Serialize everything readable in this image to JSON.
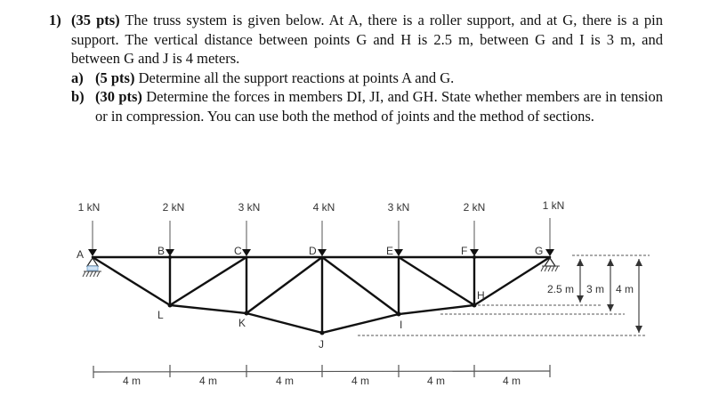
{
  "problem": {
    "number": "1)",
    "points": "(35 pts)",
    "statement": "The truss system is given below. At A, there is a roller support, and at G, there is a pin support. The vertical distance between points G and H is 2.5 m, between G and I is 3 m, and between G and J is 4 meters.",
    "parts": [
      {
        "label": "a)",
        "points": "(5 pts)",
        "text": "Determine all the support reactions at points A and G."
      },
      {
        "label": "b)",
        "points": "(30 pts)",
        "text": "Determine the forces in members DI, JI, and GH. State whether members are in tension or in compression. You can use both the method of joints and the method of sections."
      }
    ]
  },
  "diagram": {
    "loads": [
      "1 kN",
      "2 kN",
      "3 kN",
      "4 kN",
      "3 kN",
      "2 kN",
      "1 kN"
    ],
    "top_nodes": [
      "A",
      "B",
      "C",
      "D",
      "E",
      "F",
      "G"
    ],
    "bottom_nodes": [
      "L",
      "K",
      "J",
      "I",
      "H"
    ],
    "supports": {
      "A": "roller-support",
      "G": "pin-support"
    },
    "vertical_dimensions": [
      "2.5 m",
      "3 m",
      "4 m"
    ],
    "horizontal_spans": [
      "4 m",
      "4 m",
      "4 m",
      "4 m",
      "4 m",
      "4 m"
    ],
    "line_color": "#111111",
    "dim_color": "#555555"
  }
}
